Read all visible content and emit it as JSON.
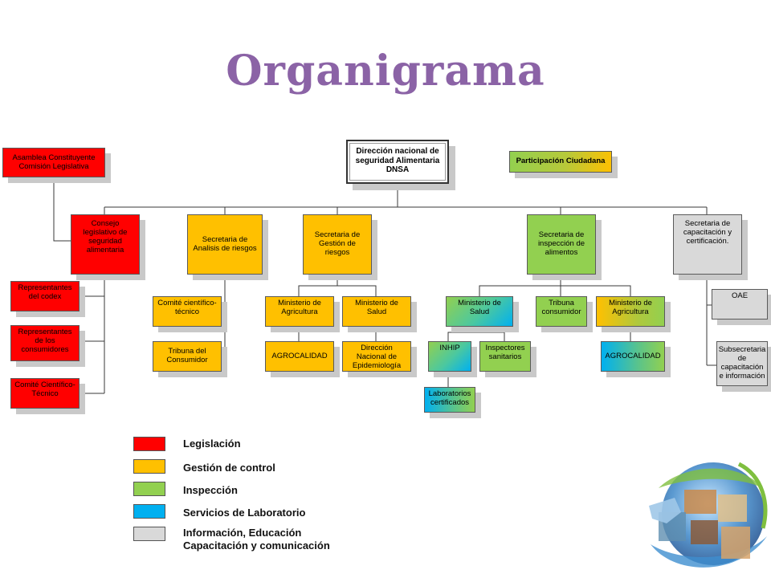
{
  "title": "Organigrama",
  "nodes": {
    "dnsa": "Dirección nacional de seguridad Alimentaria DNSA",
    "participacion": "Participación Ciudadana",
    "asamblea": "Asamblea Constituyente Comisión Legislativa",
    "consejo": "Consejo legislativo de seguridad alimentaria",
    "rep_codex": "Representantes del codex",
    "rep_consumidores": "Representantes de los consumidores",
    "comite_cientifico_tecnico_red": "Comité Científico-Técnico",
    "sec_analisis": "Secretaria de Analisis de riesgos",
    "comite_cientifico_tecnico_y": "Comité científico-técnico",
    "tribuna_consumidor_y": "Tribuna del Consumidor",
    "sec_gestion": "Secretaria de Gestión de riesgos",
    "min_agricultura_y": "Ministerio de Agricultura",
    "min_salud_y": "Ministerio de Salud",
    "agrocalidad_y": "AGROCALIDAD",
    "direccion_epidemiologia": "Dirección Nacional de Epidemiología",
    "sec_inspeccion": "Secretaria de inspección de alimentos",
    "min_salud_g": "Ministerio de Salud",
    "tribuna_consumidor_g": "Tribuna consumidor",
    "min_agricultura_g": "Ministerio de Agricultura",
    "inhip": "INHIP",
    "inspectores": "Inspectores sanitarios",
    "laboratorios": "Laboratorios certificados",
    "agrocalidad_g": "AGROCALIDAD",
    "sec_capacitacion": "Secretaria de capacitación y certificación.",
    "oae": "OAE",
    "subsecretaria": "Subsecretaria de capacitación e información"
  },
  "legend": [
    {
      "label": "Legislación",
      "color": "#ff0000"
    },
    {
      "label": "Gestión de control",
      "color": "#ffc000"
    },
    {
      "label": "Inspección",
      "color": "#92d050"
    },
    {
      "label": "Servicios de Laboratorio",
      "color": "#00b0f0"
    },
    {
      "label": "Información, Educación",
      "label2": "Capacitación y comunicación",
      "color": "#d9d9d9"
    }
  ],
  "colors": {
    "title": "#8b63a6",
    "legislacion": "#ff0000",
    "gestion": "#ffc000",
    "inspeccion": "#92d050",
    "laboratorio": "#00b0f0",
    "informacion": "#d9d9d9"
  },
  "decoration": {
    "image": "globe-collage-image"
  }
}
